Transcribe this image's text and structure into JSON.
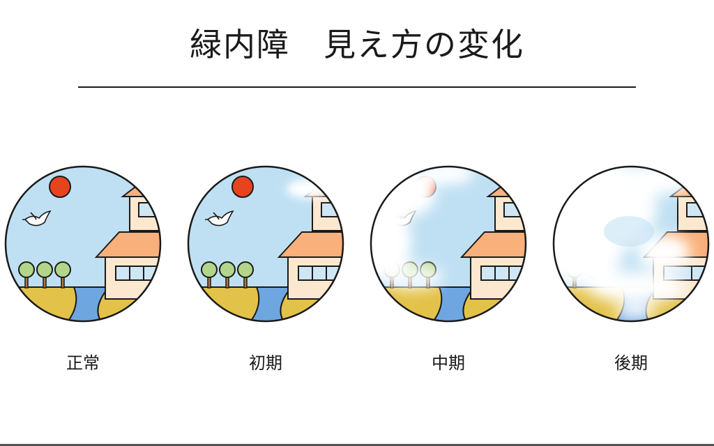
{
  "title": "緑内障　見え方の変化",
  "stages": [
    {
      "label": "正常"
    },
    {
      "label": "初期"
    },
    {
      "label": "中期"
    },
    {
      "label": "後期"
    }
  ],
  "colors": {
    "sky": "#bfe0f3",
    "sun": "#e8431f",
    "roof": "#f9b07a",
    "wall": "#fbe8cf",
    "window": "#cfe6f5",
    "ground": "#e3c24a",
    "river": "#6ea6e0",
    "tree": "#b2d58a",
    "trunk": "#b07a3c",
    "outline": "#1a1a1a",
    "fog": "#ffffff"
  }
}
